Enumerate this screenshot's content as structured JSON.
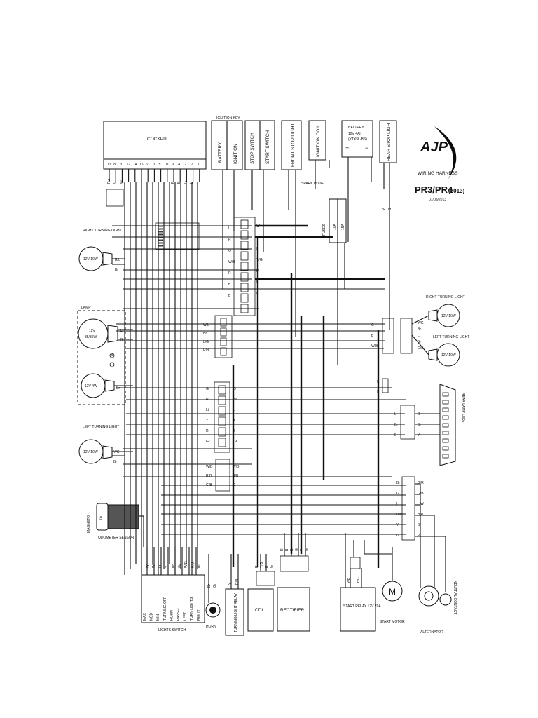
{
  "brand": {
    "logo_text": "AJP",
    "title_line1": "WIRING HARNESS",
    "title_line2": "PR3/PR4",
    "year": "(2013)",
    "date": "07/03/2013"
  },
  "components": {
    "cockpit": "COCKPIT",
    "cockpit_pins": [
      "13",
      "8",
      "3",
      "12",
      "14",
      "15",
      "6",
      "10",
      "5",
      "11",
      "9",
      "4",
      "2",
      "7",
      "1"
    ],
    "ignition_key": "IGNITION KEY",
    "battery_switch": "BATTERY",
    "ignition_switch": "IGNITION",
    "stop_switch": "STOP SWITCH",
    "start_switch": "START SWITCH",
    "front_stop_light": "FRONT STOP LIGHT",
    "ignition_coil": "IGNITION COIL",
    "battery": "BATTERY",
    "battery_spec": "12V 4Ah",
    "battery_model": "(YTX5L-BS)",
    "rear_stop_light": "REAR STOP LIGH",
    "spark_plug": "SPARK PLUG",
    "fuses": "FUSES",
    "fuse_a": "10A",
    "fuse_b": "15A",
    "right_turning_light_left": "RIGHT TURNING LIGHT",
    "bulb_12v10w": "12V 10W",
    "lamp": "LAMP",
    "lamp_spec1": "12V",
    "lamp_spec2": "35/35W",
    "bulb_12v4w": "12V 4W",
    "left_turning_light_left": "LEFT TURNING LIGHT",
    "right_turning_light_right": "RIGHT TURNING LIGHT",
    "bulb_12v10w_b": "12V 10W",
    "left_turning_light_right": "LEFT TURNING LIGHT",
    "bulb_12v10w_c": "12V 10W",
    "rear_lamp_leds": "REAR LAMP LEDs",
    "magneto": "MAGNETO",
    "odometer_sensor": "ODOMETER SENSOR",
    "lights_switch": "LIGHTS SWITCH",
    "lights_switch_items": [
      "MAX",
      "MED",
      "MIN",
      "TURNING OFF",
      "HORN",
      "PASSED",
      "LEFT",
      "TURN LIGHTS",
      "RIGHT"
    ],
    "horn": "HORN",
    "turning_light_relay": "TURNING LIGHT RELAY",
    "cdi": "CDI",
    "rectifier": "RECTIFIER",
    "start_relay": "START RELAY 12V 70A",
    "start_motor": "START MOTOR",
    "alternator": "ALTERNATOR",
    "neutral_contact": "NEUTRAL CONTACT",
    "motor_symbol": "M"
  },
  "wire_labels": {
    "cockpit_bottom": [
      "Pu",
      "V",
      "W"
    ],
    "ign_bottom": [
      "R",
      "B",
      "G",
      "L"
    ],
    "rt_left": [
      "R/L",
      "Br"
    ],
    "lamp": [
      "L",
      "R",
      "B",
      "Br"
    ],
    "lt_left": [
      "Y/G",
      "Br"
    ],
    "conn1_left": [
      "L",
      "R",
      "O",
      "W/B",
      "R",
      "B",
      "B"
    ],
    "conn1_right": [
      "W",
      "L",
      "L",
      "Y/G",
      "B",
      "B",
      "B"
    ],
    "conn2_left": [
      "W/L",
      "Br",
      "L/G",
      "R/B"
    ],
    "conn3_left": [
      "G",
      "R",
      "Lt",
      "Y",
      "R",
      "Gr"
    ],
    "conn3_right": [
      "G",
      "Br",
      "L",
      "Y",
      "B",
      "Gr"
    ],
    "conn4_left": [
      "W/B",
      "R/B",
      "G/B"
    ],
    "conn4_right": [
      "W/B",
      "R/B",
      "G"
    ],
    "rtr_conn": [
      "G",
      "B",
      "W/B"
    ],
    "rtr_pins": [
      "Y/G",
      "Br",
      "L",
      "Br",
      "G/B"
    ],
    "rear_conn_left": [
      "L",
      "Br",
      "B"
    ],
    "rear_conn_right": [
      "B",
      "Br",
      "Y"
    ],
    "right_bottom_left": [
      "Br",
      "G",
      "L",
      "R/B",
      "Y",
      "G"
    ],
    "right_bottom_right": [
      "G/R",
      "G/B",
      "L/W",
      "B/R",
      "B",
      "P"
    ],
    "ls_wires": [
      "W",
      "W",
      "Lt",
      "Y",
      "Br",
      "Gr",
      "W/R",
      "R/B",
      "Br"
    ],
    "horn_wires": [
      "Br",
      "Gr"
    ],
    "tl_relay_wires": [
      "Y",
      "R/B"
    ],
    "cdi_wires": [
      "R",
      "Y/G",
      "B",
      "G"
    ],
    "rect_wires": [
      "R",
      "B",
      "Br",
      "G",
      "Y",
      "Gr"
    ],
    "start_relay_wires": [
      "Y/R",
      "Y/G"
    ],
    "rear_stop_wires": [
      "Y",
      "B"
    ],
    "side_B": [
      "B",
      "B"
    ]
  },
  "colors": {
    "ink": "#111111",
    "paper": "#ffffff",
    "logo": "#0b0b0b"
  }
}
